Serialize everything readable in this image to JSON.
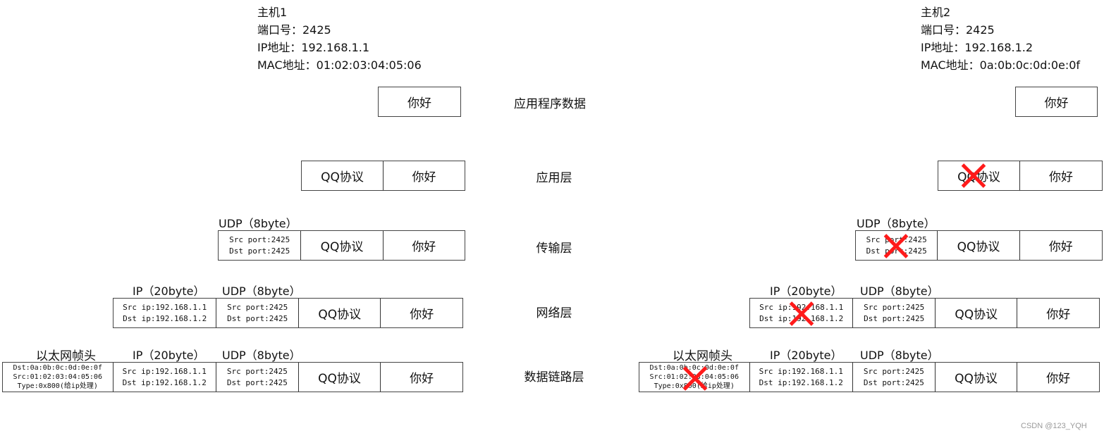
{
  "host1": {
    "title": "主机1",
    "port": "端口号：2425",
    "ip": "IP地址：192.168.1.1",
    "mac": "MAC地址：01:02:03:04:05:06"
  },
  "host2": {
    "title": "主机2",
    "port": "端口号：2425",
    "ip": "IP地址：192.168.1.2",
    "mac": "MAC地址：0a:0b:0c:0d:0e:0f"
  },
  "layers": {
    "app_data": "应用程序数据",
    "application": "应用层",
    "transport": "传输层",
    "network": "网络层",
    "datalink": "数据链路层"
  },
  "header_labels": {
    "udp": "UDP（8byte）",
    "ip": "IP（20byte）",
    "eth": "以太网帧头"
  },
  "payload": {
    "data": "你好",
    "qq": "QQ协议"
  },
  "udp_header": {
    "src": "Src port:2425",
    "dst": "Dst port:2425"
  },
  "ip_header": {
    "src": "Src ip:192.168.1.1",
    "dst": "Dst ip:192.168.1.2"
  },
  "eth_header": {
    "dst": "Dst:0a:0b:0c:0d:0e:0f",
    "src": "Src:01:02:03:04:05:06",
    "type": "Type:0x800(给ip处理)"
  },
  "colors": {
    "strike_mark": "#ff1a1a",
    "border": "#444444"
  },
  "watermark": "CSDN @123_YQH"
}
